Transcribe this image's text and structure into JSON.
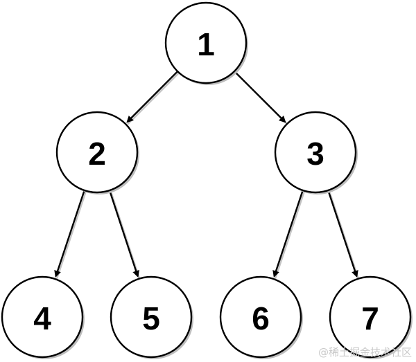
{
  "diagram": {
    "type": "binary-tree",
    "colors": {
      "stroke": "#000000",
      "fill": "#ffffff",
      "shadow": "#bdbdbd"
    },
    "nodes": [
      {
        "id": "1",
        "label": "1"
      },
      {
        "id": "2",
        "label": "2"
      },
      {
        "id": "3",
        "label": "3"
      },
      {
        "id": "4",
        "label": "4"
      },
      {
        "id": "5",
        "label": "5"
      },
      {
        "id": "6",
        "label": "6"
      },
      {
        "id": "7",
        "label": "7"
      }
    ],
    "edges": [
      {
        "from": "1",
        "to": "2"
      },
      {
        "from": "1",
        "to": "3"
      },
      {
        "from": "2",
        "to": "4"
      },
      {
        "from": "2",
        "to": "5"
      },
      {
        "from": "3",
        "to": "6"
      },
      {
        "from": "3",
        "to": "7"
      }
    ]
  },
  "watermark": {
    "text": "@稀土掘金技术社区"
  }
}
